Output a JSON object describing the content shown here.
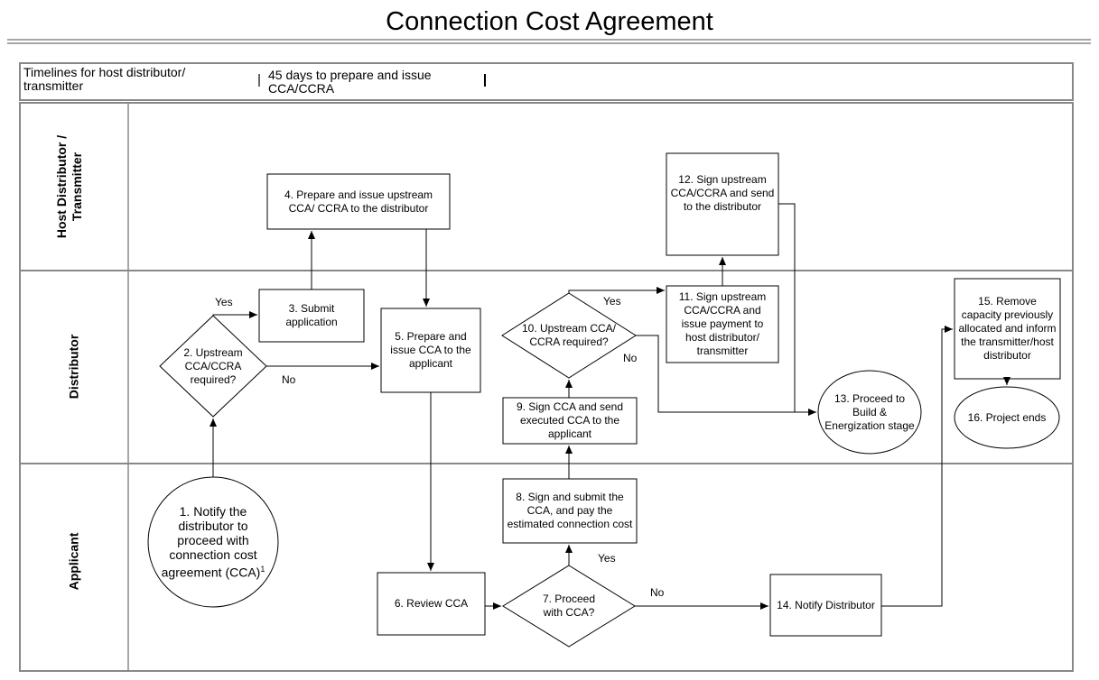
{
  "title": "Connection Cost Agreement",
  "timeline": {
    "label": "Timelines for host distributor/ transmitter",
    "duration": "45 days to prepare and issue CCA/CCRA"
  },
  "lanes": {
    "host": "Host Distributor / Transmitter",
    "distributor": "Distributor",
    "applicant": "Applicant"
  },
  "steps": {
    "s1": "1. Notify the distributor to proceed with connection cost agreement (CCA)",
    "s1_sup": "1",
    "s2": "2. Upstream CCA/CCRA required?",
    "s3": "3. Submit application",
    "s4": "4. Prepare and issue upstream CCA/ CCRA to the distributor",
    "s5": "5.  Prepare and issue CCA to the applicant",
    "s6": "6. Review CCA",
    "s7": "7. Proceed with CCA?",
    "s8": "8. Sign and submit the CCA, and pay the estimated connection cost",
    "s9": "9. Sign CCA and send executed CCA to the applicant",
    "s10": "10. Upstream CCA/ CCRA required?",
    "s11": "11. Sign upstream CCA/CCRA and issue payment to host distributor/ transmitter",
    "s12": "12. Sign upstream CCA/CCRA and send to the distributor",
    "s13": "13. Proceed to Build & Energization stage",
    "s14": "14. Notify Distributor",
    "s15": "15. Remove capacity previously allocated and inform the transmitter/host distributor",
    "s16": "16. Project ends"
  },
  "edge_labels": {
    "yes2": "Yes",
    "no2": "No",
    "yes7": "Yes",
    "no7": "No",
    "yes10": "Yes",
    "no10": "No"
  }
}
